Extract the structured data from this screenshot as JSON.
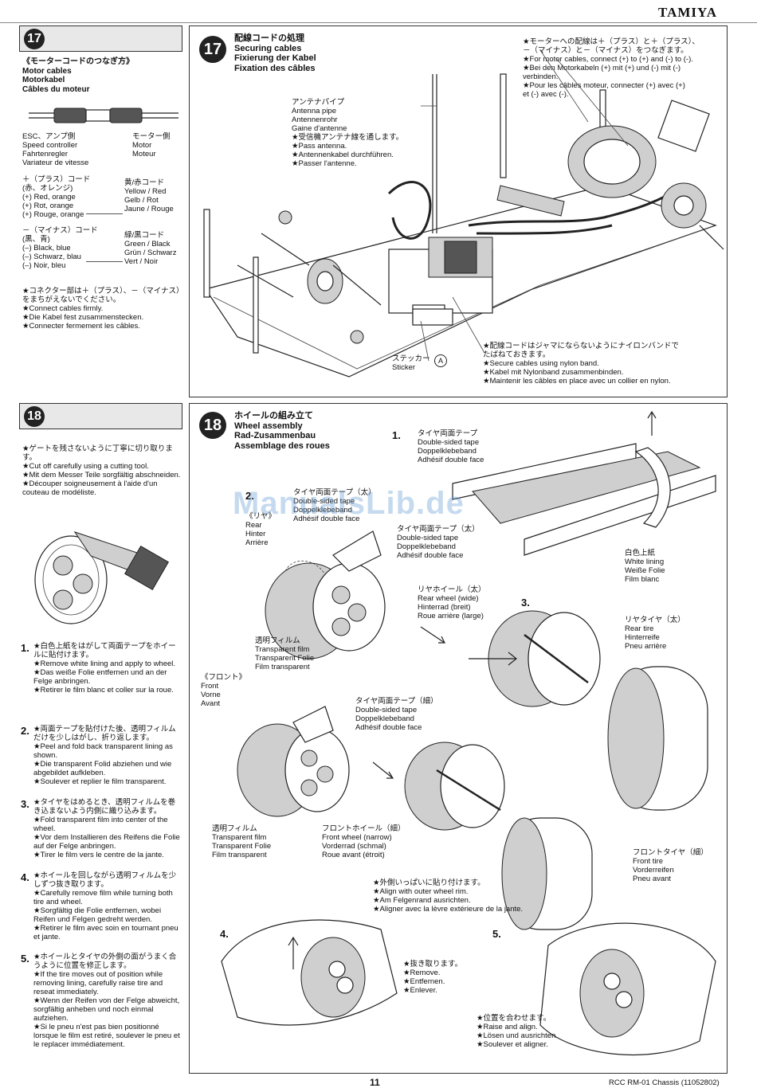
{
  "header": {
    "brand": "TAMIYA"
  },
  "footer": {
    "page_number": "11",
    "doc_code": "RCC RM-01 Chassis (11052802)"
  },
  "watermark": "ManualsLib.de",
  "step17_side": {
    "number": "17",
    "heading": "《モーターコードのつなぎ方》\nMotor cables\nMotorkabel\nCâbles du moteur",
    "esc": "ESC、アンプ側\nSpeed controller\nFahrtenregler\nVariateur de vitesse",
    "motor": "モーター側\nMotor\nMoteur",
    "plus": "＋（プラス）コード\n(赤、オレンジ)\n(+) Red, orange\n(+) Rot, orange\n(+) Rouge, orange",
    "yellow": "黄/赤コード\nYellow / Red\nGelb / Rot\nJaune / Rouge",
    "minus": "－（マイナス）コード\n(黒、青)\n(–) Black, blue\n(–) Schwarz, blau\n(–) Noir, bleu",
    "green": "緑/黒コード\nGreen / Black\nGrün / Schwarz\nVert / Noir",
    "note": "★コネクター部は＋（プラス）、－（マイナス）\nをまちがえないでください。\n★Connect cables firmly.\n★Die Kabel fest zusammenstecken.\n★Connecter fermement les câbles."
  },
  "step17_main": {
    "number": "17",
    "title": "配線コードの処理\nSecuring cables\nFixierung der Kabel\nFixation des câbles",
    "antenna": "アンテナパイプ\nAntenna pipe\nAntennenrohr\nGaine d'antenne\n★受信機アンテナ線を通します。\n★Pass antenna.\n★Antennenkabel durchführen.\n★Passer l'antenne.",
    "motor_cables": "★モーターへの配線は＋（プラス）と＋（プラス）、\n－（マイナス）と－（マイナス）をつなぎます。\n★For motor cables, connect (+) to (+) and (-) to (-).\n★Bei den Motorkabeln (+) mit (+) und (-) mit (-)\nverbinden.\n★Pour les câbles moteur, connecter (+) avec (+)\net (-) avec (-).",
    "sticker": "ステッカー\nSticker",
    "sticker_mark": "A",
    "secure": "★配線コードはジャマにならないようにナイロンバンドで\nたばねておきます。\n★Secure cables using nylon band.\n★Kabel mit Nylonband zusammenbinden.\n★Maintenir les câbles en place avec un collier en nylon."
  },
  "step18_side": {
    "number": "18",
    "cut_note": "★ゲートを残さないように丁寧に切り取ります。\n★Cut off carefully using a cutting tool.\n★Mit dem Messer Teile sorgfältig abschneiden.\n★Découper soigneusement à l'aide d'un couteau de modéliste.",
    "steps": [
      {
        "num": "1.",
        "text": "★白色上紙をはがして両面テープをホイールに貼付けます。\n★Remove white lining and apply to wheel.\n★Das weiße Folie entfernen und an der Felge anbringen.\n★Retirer le film blanc et coller sur la roue."
      },
      {
        "num": "2.",
        "text": "★両面テープを貼付けた後、透明フィルムだけを少しはがし、折り返します。\n★Peel and fold back transparent lining as shown.\n★Die transparent Folid abziehen und wie abgebildet aufkleben.\n★Soulever et replier le film transparent."
      },
      {
        "num": "3.",
        "text": "★タイヤをはめるとき、透明フィルムを巻き込まないよう内側に織り込みます。\n★Fold transparent film into center of the wheel.\n★Vor dem Installieren des Reifens die Folie auf der Felge anbringen.\n★Tirer le film vers le centre de la jante."
      },
      {
        "num": "4.",
        "text": "★ホイールを回しながら透明フィルムを少しずつ抜き取ります。\n★Carefully remove film while turning both tire and wheel.\n★Sorgfältig die Folie entfernen, wobei Reifen und Felgen gedreht werden.\n★Retirer le film avec soin en tournant pneu et jante."
      },
      {
        "num": "5.",
        "text": "★ホイールとタイヤの外側の面がうまく合うように位置を修正します。\n★If the tire moves out of position while removing lining, carefully raise tire and reseat immediately.\n★Wenn der Reifen von der Felge abweicht, sorgfältig anheben und noch einmal aufziehen.\n★Si le pneu n'est pas bien positionné lorsque le film est retiré, soulever le pneu et le replacer immédiatement."
      }
    ]
  },
  "step18_main": {
    "number": "18",
    "title": "ホイールの組み立て\nWheel assembly\nRad-Zusammenbau\nAssemblage des roues",
    "tape_top": "タイヤ両面テープ\nDouble-sided tape\nDoppelklebeband\nAdhésif double face",
    "white_lining": "白色上紙\nWhite lining\nWeiße Folie\nFilm blanc",
    "tape_mid": "タイヤ両面テープ（太）\nDouble-sided tape\nDoppelklebeband\nAdhésif double face",
    "tape_mid_left": "タイヤ両面テープ（太）\nDouble-sided tape\nDoppelklebeband\nAdhésif double face",
    "rear": "《リヤ》\nRear\nHinter\nArrière",
    "rear_wheel": "リヤホイール（太）\nRear wheel (wide)\nHinterrad (breit)\nRoue arrière (large)",
    "film1": "透明フィルム\nTransparent film\nTransparent Folie\nFilm transparent",
    "rear_tire": "リヤタイヤ（太）\nRear tire\nHinterreife\nPneu arrière",
    "front": "《フロント》\nFront\nVorne\nAvant",
    "tape_narrow": "タイヤ両面テープ（細）\nDouble-sided tape\nDoppelklebeband\nAdhésif double face",
    "film2": "透明フィルム\nTransparent film\nTransparent Folie\nFilm transparent",
    "front_wheel": "フロントホイール（細）\nFront wheel (narrow)\nVorderrad (schmal)\nRoue avant (étroit)",
    "front_tire": "フロントタイヤ（細）\nFront tire\nVorderreifen\nPneu avant",
    "align": "★外側いっぱいに貼り付けます。\n★Align with outer wheel rim.\n★Am Felgenrand ausrichten.\n★Aligner avec la lèvre extérieure de la jante.",
    "remove": "★抜き取ります。\n★Remove.\n★Entfernen.\n★Enlever.",
    "raise": "★位置を合わせます。\n★Raise and align.\n★Lösen und ausrichten.\n★Soulever et aligner.",
    "n1": "1.",
    "n2": "2.",
    "n3": "3.",
    "n4": "4.",
    "n5": "5."
  }
}
